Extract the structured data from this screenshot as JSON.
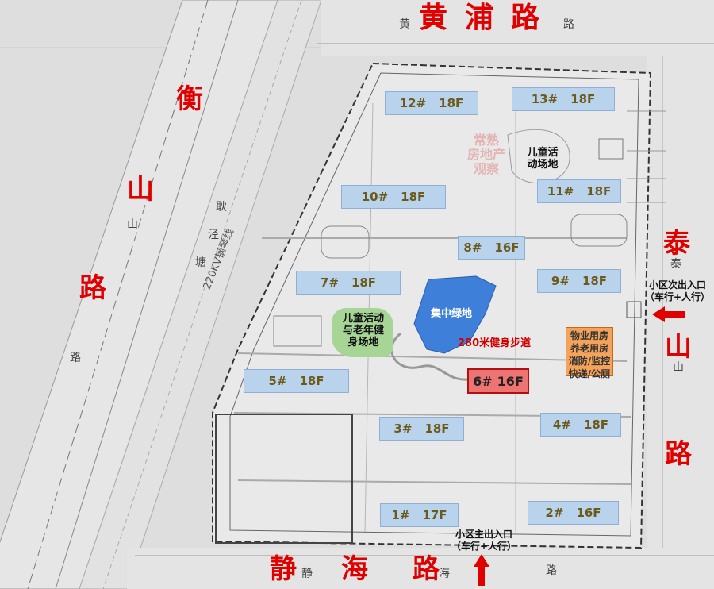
{
  "roads": {
    "north_big": "黄浦路",
    "north_small_left": "黄",
    "north_small_right": "路",
    "south_big": "静海路",
    "south_small_1": "静",
    "south_small_2": "海",
    "south_small_3": "路",
    "west_big": "衡山路",
    "west_small_1": "山",
    "west_small_2": "路",
    "east_big": "泰山路",
    "east_small_1": "泰",
    "east_small_2": "山"
  },
  "canal": {
    "label": "220KV钢琴线",
    "chars": [
      "耿",
      "泾",
      "塘"
    ]
  },
  "buildings": [
    {
      "id": "12#",
      "floors": "18F"
    },
    {
      "id": "13#",
      "floors": "18F"
    },
    {
      "id": "10#",
      "floors": "18F"
    },
    {
      "id": "11#",
      "floors": "18F"
    },
    {
      "id": "8#",
      "floors": "16F"
    },
    {
      "id": "7#",
      "floors": "18F"
    },
    {
      "id": "9#",
      "floors": "18F"
    },
    {
      "id": "5#",
      "floors": "18F"
    },
    {
      "id": "6#",
      "floors": "16F"
    },
    {
      "id": "3#",
      "floors": "18F"
    },
    {
      "id": "4#",
      "floors": "18F"
    },
    {
      "id": "1#",
      "floors": "17F"
    },
    {
      "id": "2#",
      "floors": "16F"
    }
  ],
  "labels": {
    "kids_area_1": "儿童活\n动场地",
    "kids_area_2": "儿童活动\n与老年健\n身场地",
    "central_green": "集中绿地",
    "walkway": "280米健身步道",
    "facilities": "物业用房\n养老用房\n消防/监控\n快递/公厕",
    "secondary_entrance": "小区次出入口\n（车行+人行）",
    "main_entrance": "小区主出入口\n（车行+人行）",
    "stamp": "常熟\n房地产\n观察"
  },
  "colors": {
    "road_label": "#e00000",
    "building": "#b9d3ec",
    "building_highlight": "#ee7474",
    "arrow": "#e00000",
    "green_area": "#a6d596",
    "central_green": "#3d7fd9",
    "facilities": "#f5a35a"
  }
}
